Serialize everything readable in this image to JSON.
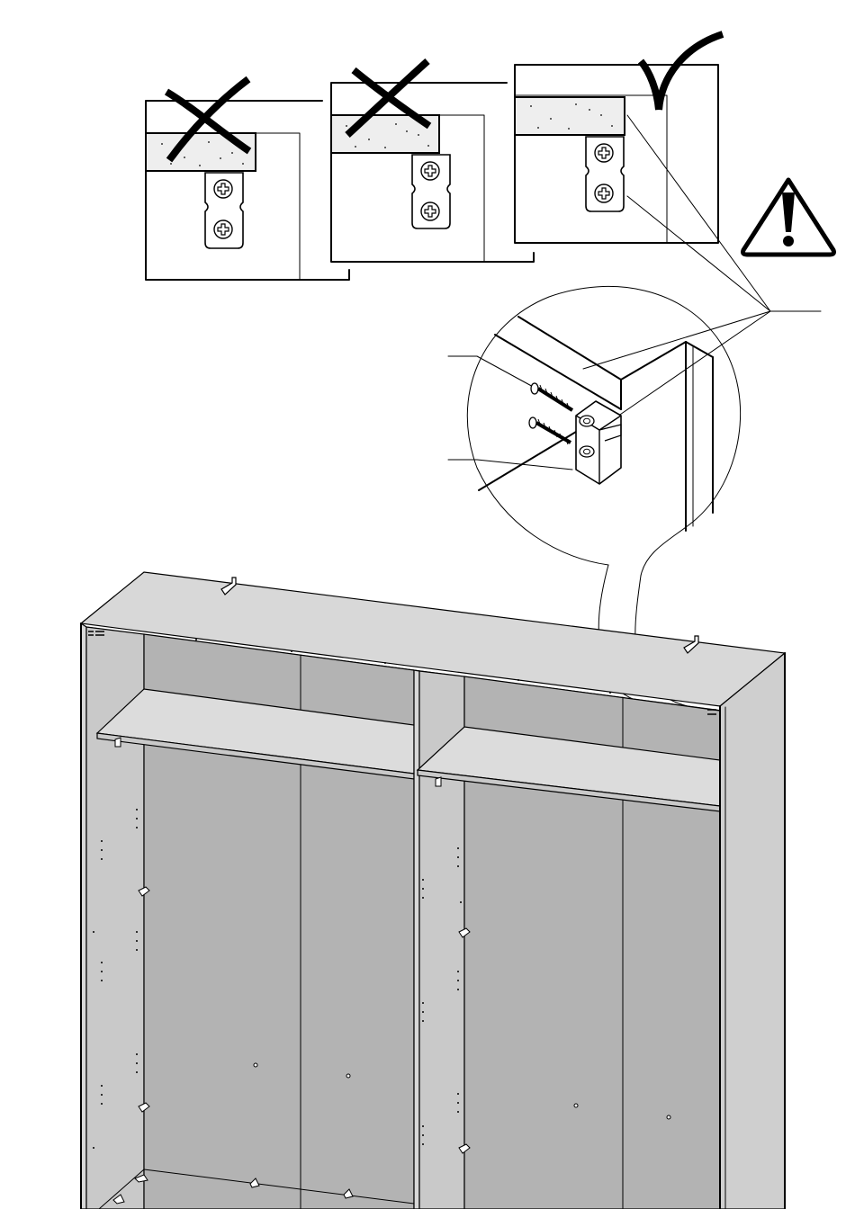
{
  "diagram": {
    "panels": [
      {
        "id": "incorrect-1",
        "verdict": "incorrect",
        "mark": "x-mark"
      },
      {
        "id": "incorrect-2",
        "verdict": "incorrect",
        "mark": "x-mark"
      },
      {
        "id": "correct",
        "verdict": "correct",
        "mark": "check-mark"
      }
    ],
    "warning_symbol": "warning-triangle-icon",
    "detail_view": "circular-magnified-detail",
    "parts": [
      "wall-anchor-bracket",
      "screw",
      "wardrobe-top-panel"
    ],
    "colors": {
      "line": "#000000",
      "panel_fill": "#d8d8d8",
      "back_fill": "#b3b3b3",
      "concrete_fill": "#eeeeee"
    }
  }
}
